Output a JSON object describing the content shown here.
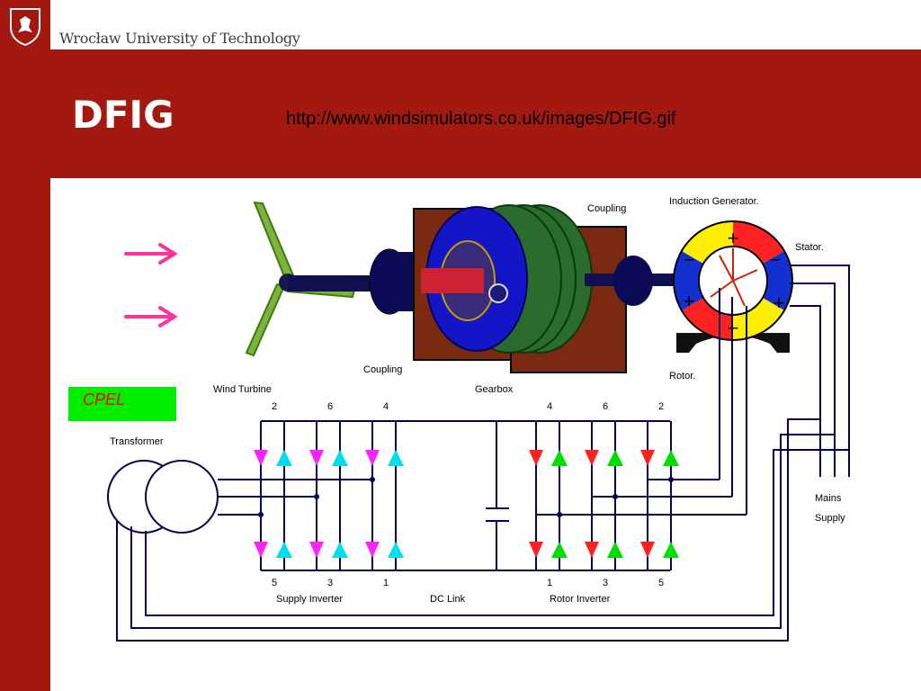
{
  "header": {
    "university": "Wrocław University of Technology"
  },
  "slide": {
    "title": "DFIG",
    "source_url": "http://www.windsimulators.co.uk/images/DFIG.gif"
  },
  "diagram": {
    "labels": {
      "coupling_top": "Coupling",
      "induction_generator": "Induction Generator.",
      "stator": "Stator.",
      "rotor": "Rotor.",
      "coupling_bottom": "Coupling",
      "wind_turbine": "Wind Turbine",
      "gearbox": "Gearbox",
      "cpel": "CPEL",
      "transformer": "Transformer",
      "mains": "Mains",
      "supply": "Supply",
      "supply_inverter": "Supply Inverter",
      "dc_link": "DC Link",
      "rotor_inverter": "Rotor Inverter"
    },
    "supply_inverter_top_numbers": [
      "2",
      "6",
      "4"
    ],
    "supply_inverter_bottom_numbers": [
      "5",
      "3",
      "1"
    ],
    "rotor_inverter_top_numbers": [
      "4",
      "6",
      "2"
    ],
    "rotor_inverter_bottom_numbers": [
      "1",
      "3",
      "5"
    ],
    "generator_symbols": [
      "+",
      "−",
      "+",
      "−",
      "+",
      "−"
    ],
    "colors": {
      "background": "#a3180f",
      "wire": "#00005a",
      "arrow": "#ff3399",
      "supply_diode_a": "#ff22ff",
      "supply_diode_b": "#00ddee",
      "rotor_diode_a": "#ff2020",
      "rotor_diode_b": "#00dd00",
      "cpel_box": "#00ee00",
      "cpel_text": "#ff0000"
    }
  }
}
